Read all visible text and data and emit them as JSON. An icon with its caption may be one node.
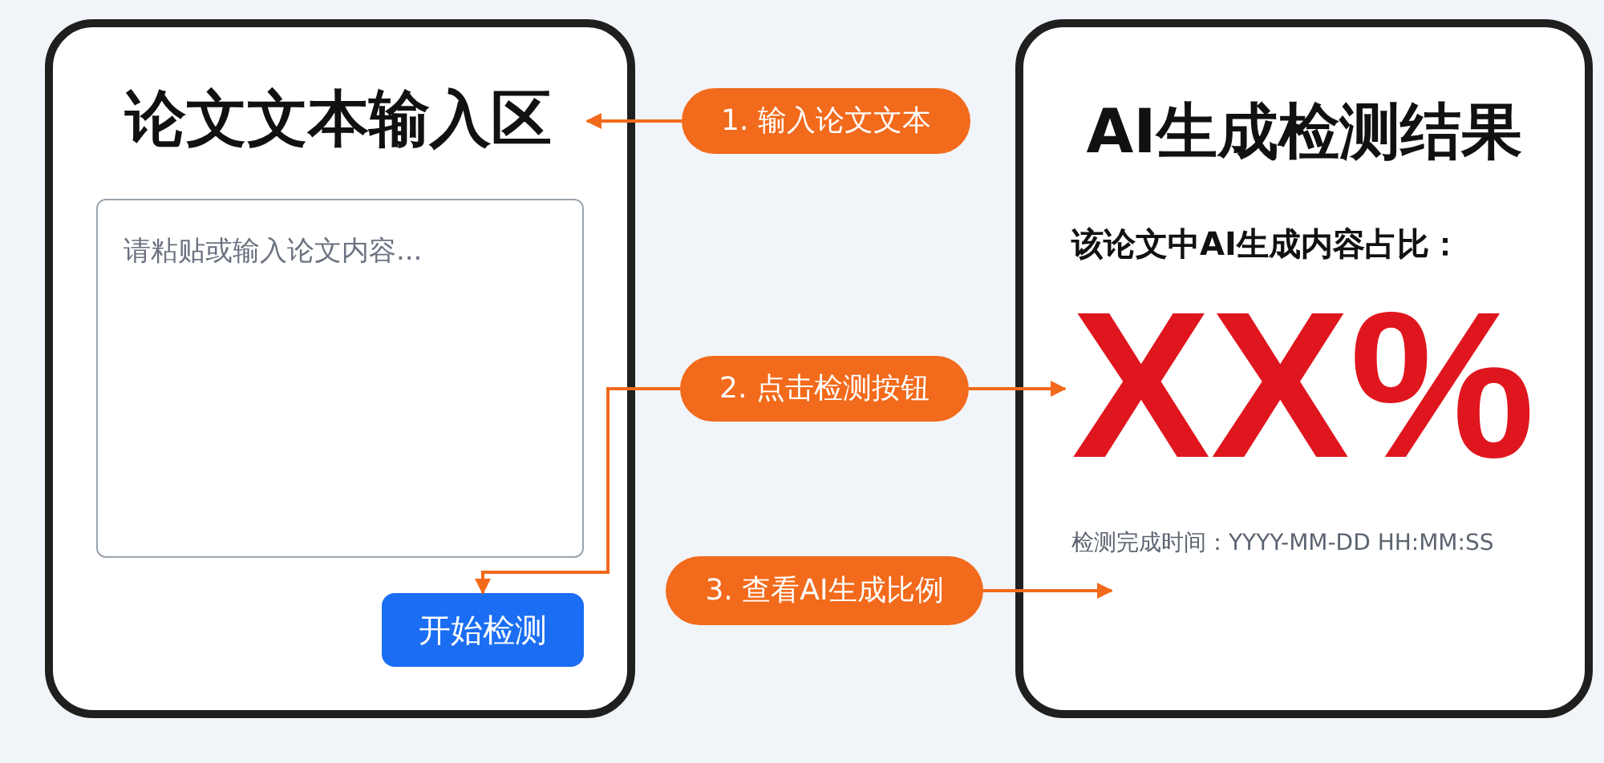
{
  "diagram": {
    "nodes": [
      {
        "text": [],
        "shape": "box"
      },
      {
        "text": [
          "论文文本输入区"
        ],
        "in": 0
      },
      {
        "text": [
          "请粘贴或输入论文内容..."
        ],
        "in": 0
      },
      {
        "text": [
          "开始检测"
        ],
        "in": 0
      },
      {
        "text": [
          "AI生成检测结果",
          "该论文中AI生成内容占比：",
          "检测完成时间：YYYY-MM-DD HH:MM:SS"
        ]
      },
      {
        "text": [
          "XX%"
        ],
        "in": 4
      },
      {
        "text": [
          "1. 输入论文文本"
        ]
      },
      {
        "text": [
          "2. 点击检测按钮"
        ]
      },
      {
        "text": [
          "3. 查看AI生成比例"
        ]
      }
    ],
    "edges": [
      {
        "from": 6,
        "to": 1,
        "arrow": "to"
      },
      {
        "from": 7,
        "to": 3,
        "arrow": "to"
      },
      {
        "from": 7,
        "to": 5,
        "arrow": "to"
      },
      {
        "from": 8,
        "to": null,
        "arrow": "to"
      }
    ]
  }
}
